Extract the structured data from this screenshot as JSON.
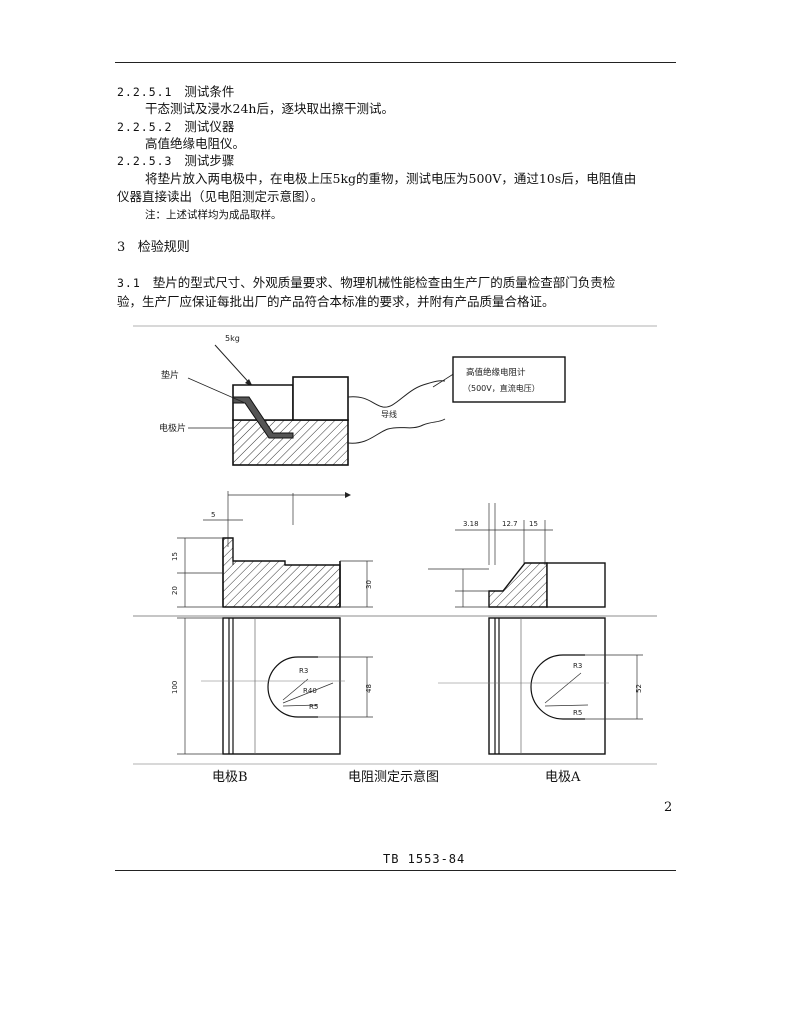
{
  "sections": {
    "s2251": {
      "num": "2.2.5.1",
      "title": "测试条件",
      "body": "干态测试及浸水24h后，逐块取出擦干测试。"
    },
    "s2252": {
      "num": "2.2.5.2",
      "title": "测试仪器",
      "body": "高值绝缘电阻仪。"
    },
    "s2253": {
      "num": "2.2.5.3",
      "title": "测试步骤",
      "body1": "将垫片放入两电极中，在电极上压5kg的重物，测试电压为500V，通过10s后，电阻值由",
      "body2": "仪器直接读出（见电阻测定示意图）。"
    },
    "note": "注：上述试样均为成品取样。",
    "s3": {
      "num": "3",
      "title": "检验规则"
    },
    "s31": {
      "num": "3.1",
      "line1": "垫片的型式尺寸、外观质量要求、物理机械性能检查由生产厂的质量检查部门负责检",
      "line2": "验，生产厂应保证每批出厂的产品符合本标准的要求，并附有产品质量合格证。"
    }
  },
  "figure": {
    "labels": {
      "weight": "5kg",
      "gasket": "垫片",
      "electrode": "电极片",
      "lead": "导线",
      "meter_line1": "高值绝缘电阻计",
      "meter_line2": "（500V，直流电压）"
    },
    "dims_b": {
      "d5": "5",
      "d15": "15",
      "d20": "20",
      "d30": "30",
      "d100": "100",
      "r3": "R3",
      "r40": "R40",
      "r5": "R5",
      "d48": "48"
    },
    "dims_a": {
      "d318": "3.18",
      "d127": "12.7",
      "d15": "15",
      "r3": "R3",
      "r5": "R5",
      "d52": "52"
    },
    "captions": {
      "b": "电极B",
      "center": "电阻测定示意图",
      "a": "电极A"
    }
  },
  "page_number": "2",
  "footer_code": "TB 1553-84"
}
